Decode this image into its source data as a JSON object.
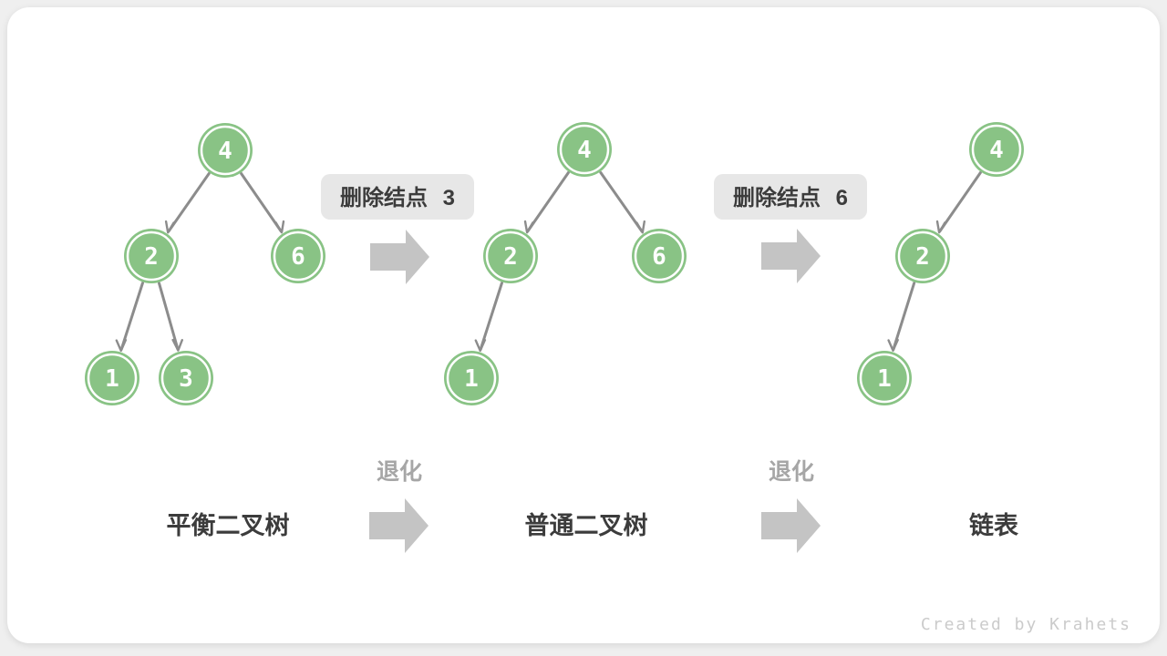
{
  "colors": {
    "page-bg": "#EFEFEF",
    "card-bg": "#FFFFFF",
    "node-green": "#89C385",
    "edge-gray": "#8C8C8C",
    "arrow-gray": "#C4C4C4",
    "box-gray": "#E7E7E7",
    "text-dark": "#3C3C3C",
    "muted-gray": "#A6A6A6",
    "credit-gray": "#CBCBCB"
  },
  "trees": [
    {
      "label": "平衡二叉树",
      "nodes": [
        {
          "value": "4"
        },
        {
          "value": "2"
        },
        {
          "value": "6"
        },
        {
          "value": "1"
        },
        {
          "value": "3"
        }
      ]
    },
    {
      "label": "普通二叉树",
      "nodes": [
        {
          "value": "4"
        },
        {
          "value": "2"
        },
        {
          "value": "6"
        },
        {
          "value": "1"
        }
      ]
    },
    {
      "label": "链表",
      "nodes": [
        {
          "value": "4"
        },
        {
          "value": "2"
        },
        {
          "value": "1"
        }
      ]
    }
  ],
  "transitions": [
    {
      "delete_label": "删除结点 3",
      "degrade_label": "退化"
    },
    {
      "delete_label": "删除结点 6",
      "degrade_label": "退化"
    }
  ],
  "footer": {
    "credit": "Created by Krahets"
  }
}
